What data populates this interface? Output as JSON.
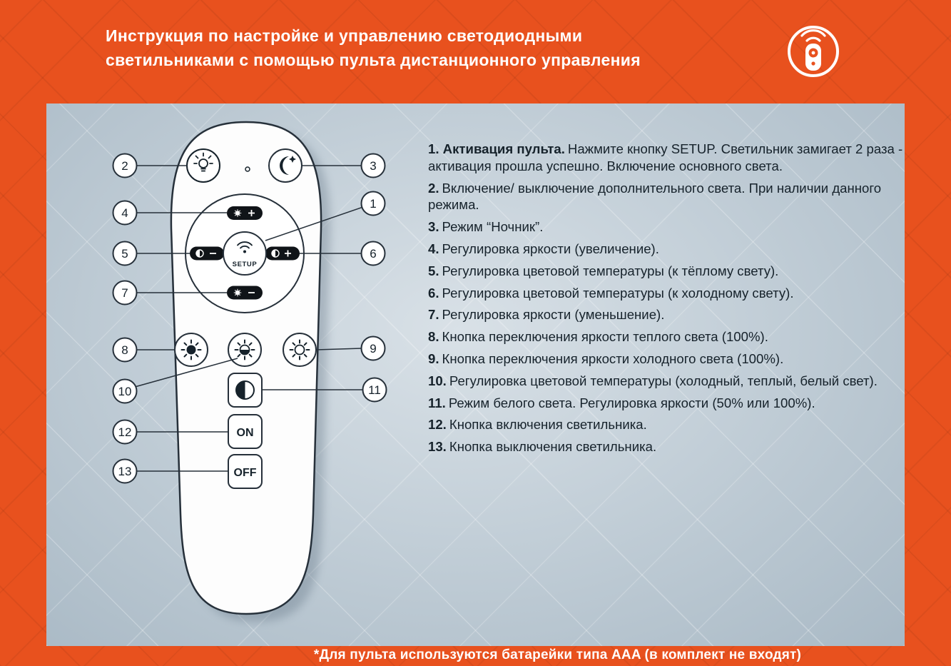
{
  "header": {
    "title_line1": "Инструкция по настройке и управлению светодиодными",
    "title_line2": "светильниками с помощью пульта дистанционного управления"
  },
  "footer": {
    "note": "*Для пульта используются батарейки типа AAA (в комплект не входят)"
  },
  "remote": {
    "setup_label": "SETUP",
    "on_label": "ON",
    "off_label": "OFF",
    "callouts": [
      "1",
      "2",
      "3",
      "4",
      "5",
      "6",
      "7",
      "8",
      "9",
      "10",
      "11",
      "12",
      "13"
    ]
  },
  "instructions": [
    {
      "lead": "1. Активация пульта.",
      "text": "Нажмите кнопку SETUP. Светильник замигает 2 раза - активация прошла успешно. Включение основного света."
    },
    {
      "lead": "2.",
      "text": "Включение/ выключение дополнительного света. При наличии данного режима."
    },
    {
      "lead": "3.",
      "text": "Режим “Ночник”."
    },
    {
      "lead": "4.",
      "text": "Регулировка яркости (увеличение)."
    },
    {
      "lead": "5.",
      "text": "Регулировка цветовой температуры (к тёплому свету)."
    },
    {
      "lead": "6.",
      "text": "Регулировка цветовой температуры (к холодному свету)."
    },
    {
      "lead": "7.",
      "text": "Регулировка яркости (уменьшение)."
    },
    {
      "lead": "8.",
      "text": "Кнопка переключения яркости теплого света (100%)."
    },
    {
      "lead": "9.",
      "text": "Кнопка переключения яркости холодного света (100%)."
    },
    {
      "lead": "10.",
      "text": "Регулировка цветовой температуры (холодный, теплый, белый свет)."
    },
    {
      "lead": "11.",
      "text": "Режим белого света. Регулировка яркости (50% или 100%)."
    },
    {
      "lead": "12.",
      "text": "Кнопка включения светильника."
    },
    {
      "lead": "13.",
      "text": "Кнопка выключения светильника."
    }
  ],
  "colors": {
    "accent": "#e8511e",
    "panel": "#c3cfd8",
    "ink": "#16222b",
    "button_dark": "#101418"
  }
}
